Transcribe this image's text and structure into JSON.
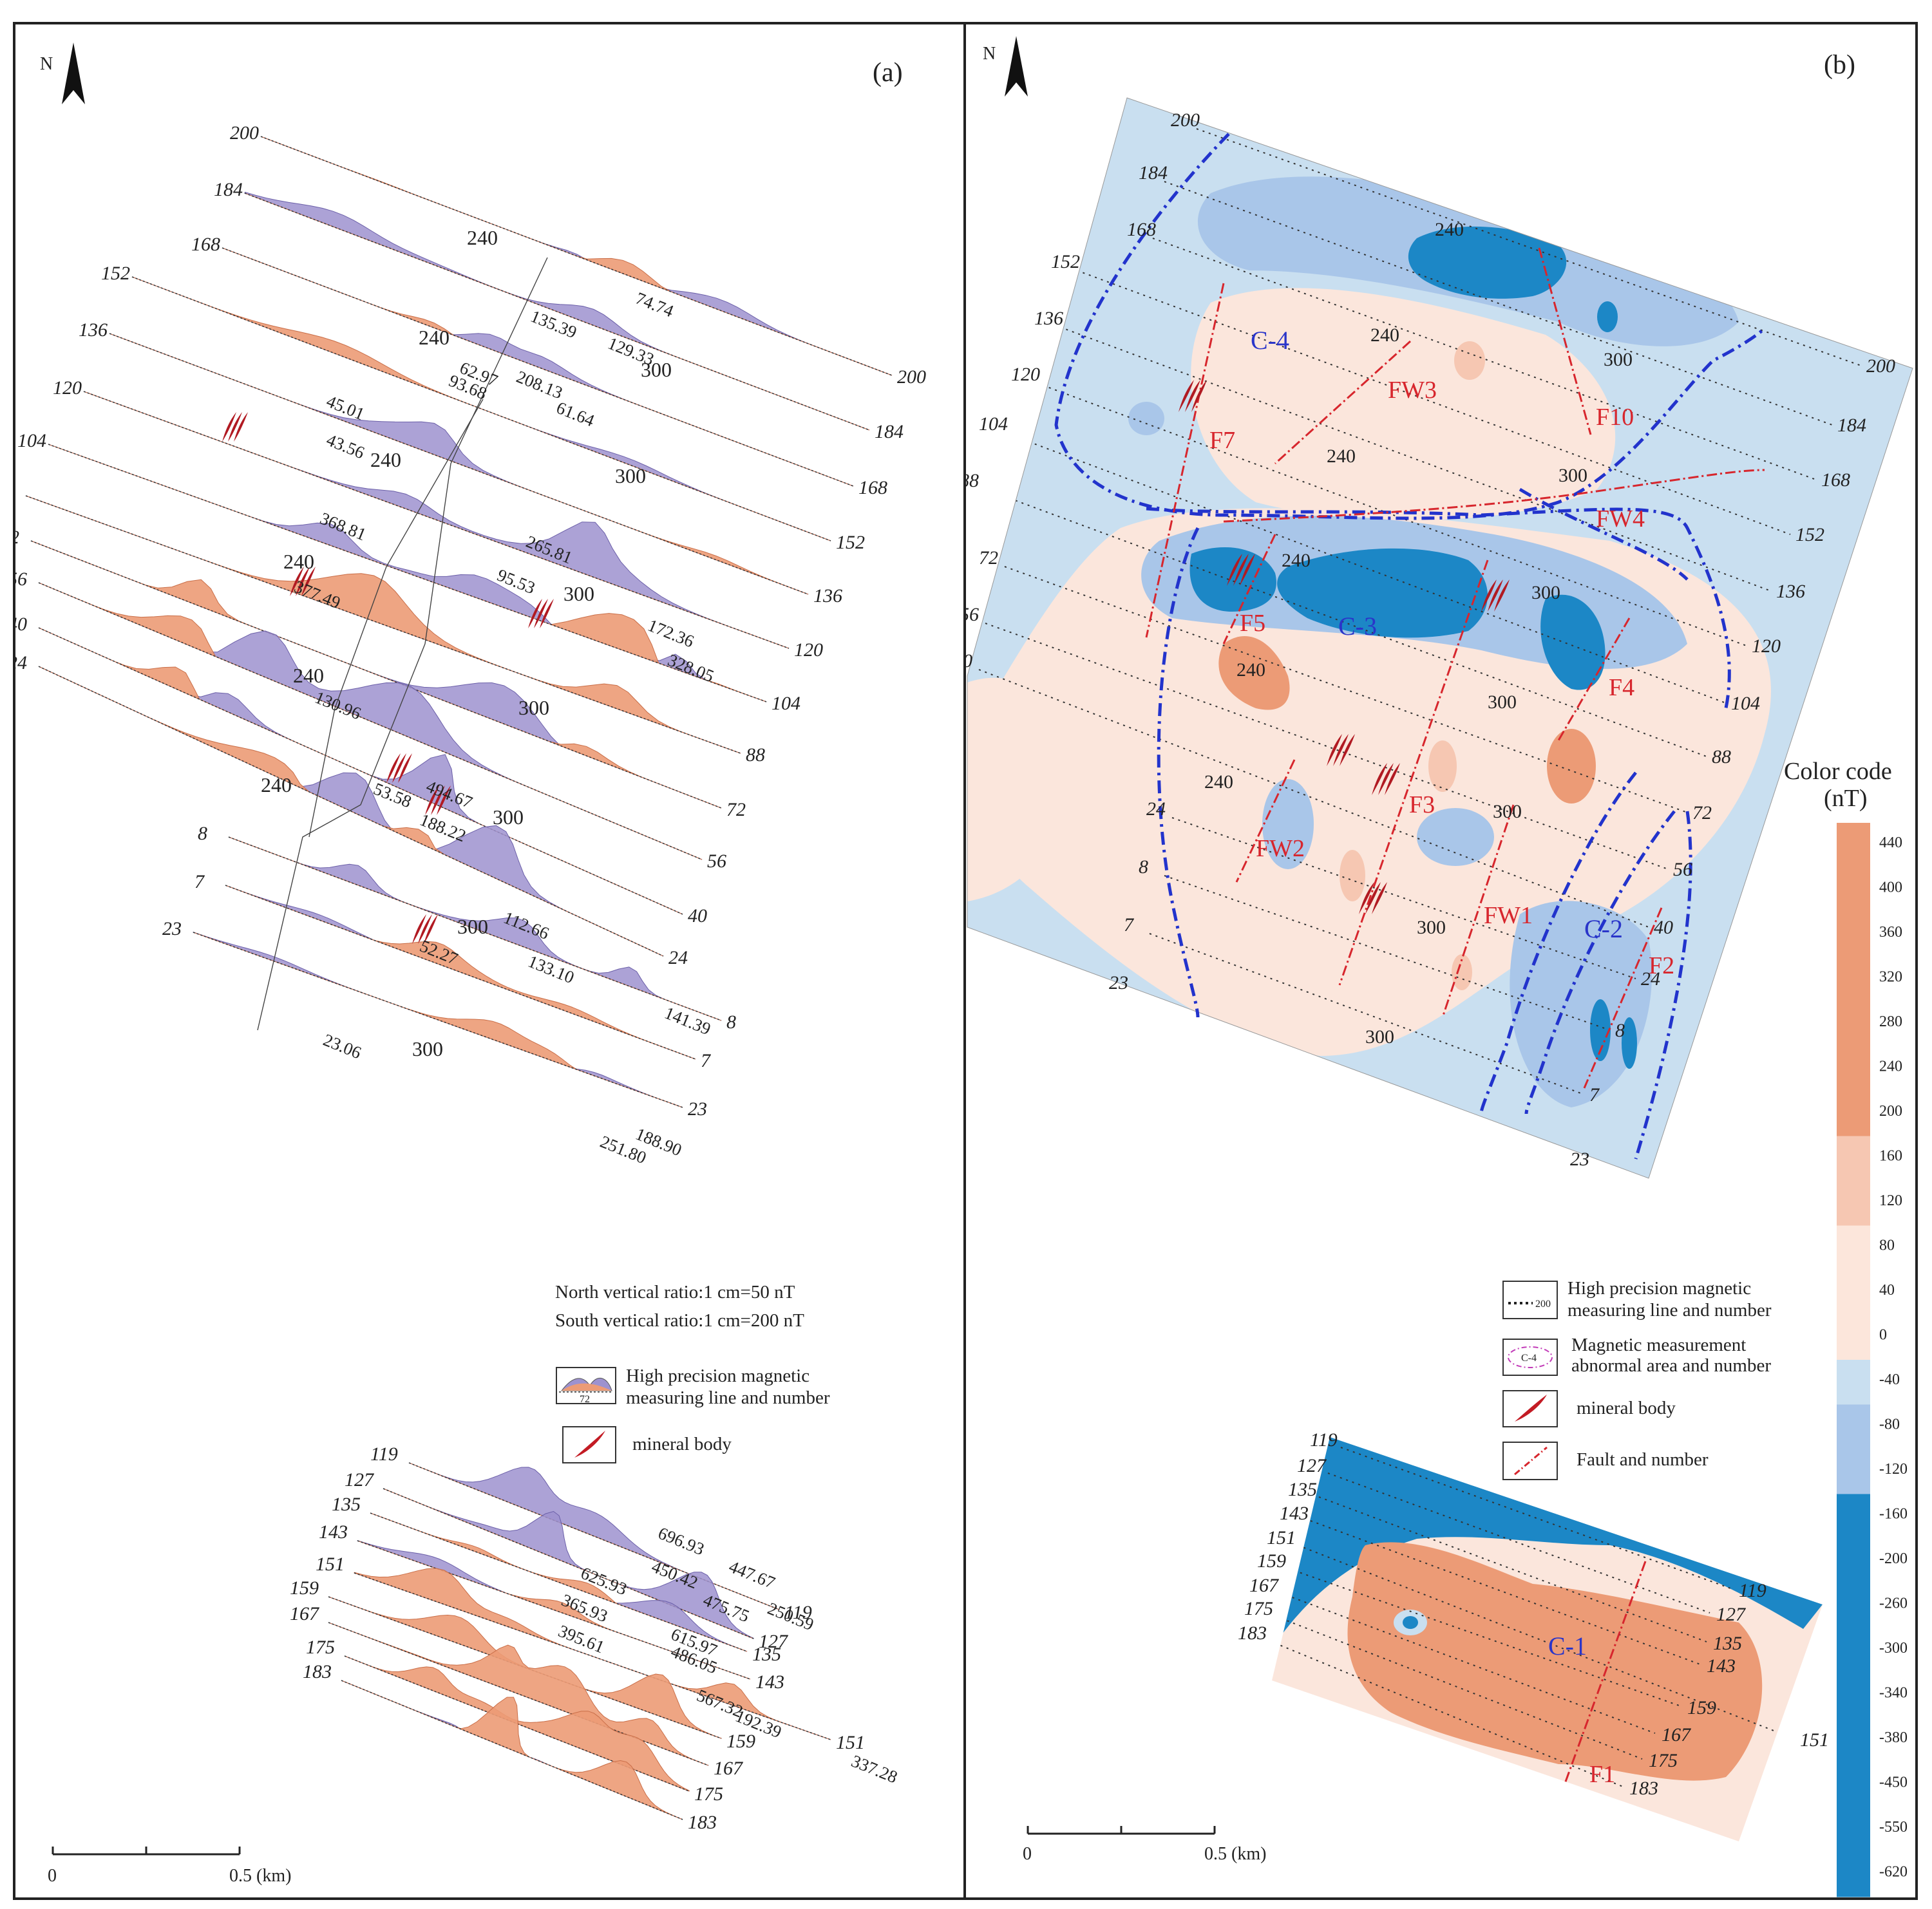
{
  "panels": {
    "a": {
      "label": "(a)",
      "north": "N"
    },
    "b": {
      "label": "(b)",
      "north": "N"
    }
  },
  "colors": {
    "negative_profile": "#9d92cf",
    "positive_profile": "#ec9b76",
    "mineral_body": "#b11a22",
    "fault": "#d7262d",
    "anomaly_boundary": "#2233cc",
    "map_bg_blue": "#c9dff0",
    "map_bg_pink": "#fbe6dc"
  },
  "panel_a": {
    "north_lines": [
      "200",
      "184",
      "168",
      "152",
      "136",
      "120",
      "104",
      "88",
      "72",
      "56",
      "40",
      "24",
      "8",
      "7",
      "23"
    ],
    "south_lines": [
      "119",
      "127",
      "135",
      "143",
      "151",
      "159",
      "167",
      "175",
      "183"
    ],
    "value_labels": [
      "135.39",
      "74.74",
      "129.33",
      "62.97",
      "93.68",
      "208.13",
      "45.01",
      "43.56",
      "61.64",
      "368.81",
      "377.49",
      "265.81",
      "95.53",
      "172.36",
      "328.05",
      "130.96",
      "53.58",
      "494.67",
      "188.22",
      "112.66",
      "52.27",
      "133.10",
      "141.39",
      "23.06",
      "251.80",
      "188.90",
      "696.93",
      "625.93",
      "450.42",
      "447.67",
      "365.93",
      "475.75",
      "250.59",
      "395.61",
      "615.97",
      "486.05",
      "567.32",
      "192.39",
      "337.28"
    ],
    "contour_labels": [
      "240",
      "240",
      "300",
      "240",
      "300",
      "240",
      "300",
      "240",
      "300",
      "240",
      "300",
      "300",
      "300"
    ],
    "ratio_north": "North vertical ratio:1 cm=50  nT",
    "ratio_south": "South vertical ratio:1 cm=200  nT",
    "legend": {
      "profile_line_1": "High precision magnetic",
      "profile_line_2": "measuring line and number",
      "profile_sample_num": "72",
      "mineral": "mineral body"
    },
    "scale": {
      "zero": "0",
      "end": "0.5 (km)"
    }
  },
  "panel_b": {
    "north_lines": [
      "200",
      "184",
      "168",
      "152",
      "136",
      "120",
      "104",
      "88",
      "72",
      "56",
      "40",
      "24",
      "8",
      "7",
      "23"
    ],
    "south_lines": [
      "119",
      "127",
      "135",
      "143",
      "151",
      "159",
      "167",
      "175",
      "183"
    ],
    "faults": [
      "F7",
      "FW3",
      "F10",
      "FW4",
      "F5",
      "F4",
      "F3",
      "FW2",
      "FW1",
      "F2",
      "F1"
    ],
    "anomalies": [
      "C-4",
      "C-3",
      "C-2",
      "C-1"
    ],
    "contour_labels": [
      "240",
      "240",
      "300",
      "240",
      "300",
      "240",
      "300",
      "240",
      "300",
      "300",
      "300",
      "240",
      "300"
    ],
    "legend": {
      "line_1": "High precision magnetic",
      "line_2": "measuring line and number",
      "line_sample": "200",
      "anom_1": "Magnetic measurement",
      "anom_2": "abnormal area and number",
      "anom_sample": "C-4",
      "mineral": "mineral body",
      "fault": "Fault and number"
    },
    "scale": {
      "zero": "0",
      "end": "0.5 (km)"
    },
    "color_code": {
      "title_1": "Color code",
      "title_2": "(nT)",
      "ticks": [
        "440",
        "400",
        "360",
        "320",
        "280",
        "240",
        "200",
        "160",
        "120",
        "80",
        "40",
        "0",
        "-40",
        "-80",
        "-120",
        "-160",
        "-200",
        "-260",
        "-300",
        "-340",
        "-380",
        "-450",
        "-550",
        "-620"
      ],
      "band_colors": [
        "#ec9b76",
        "#ec9b76",
        "#ec9b76",
        "#ec9b76",
        "#ec9b76",
        "#ec9b76",
        "#ec9b76",
        "#f6c7b2",
        "#f6c7b2",
        "#fce6db",
        "#fce6db",
        "#fce6db",
        "#c9dff0",
        "#a9c6e9",
        "#a9c6e9",
        "#1c87c6",
        "#1c87c6",
        "#1c87c6",
        "#1c87c6",
        "#1c87c6",
        "#1c87c6",
        "#1c87c6",
        "#1c87c6",
        "#1c87c6"
      ]
    }
  }
}
